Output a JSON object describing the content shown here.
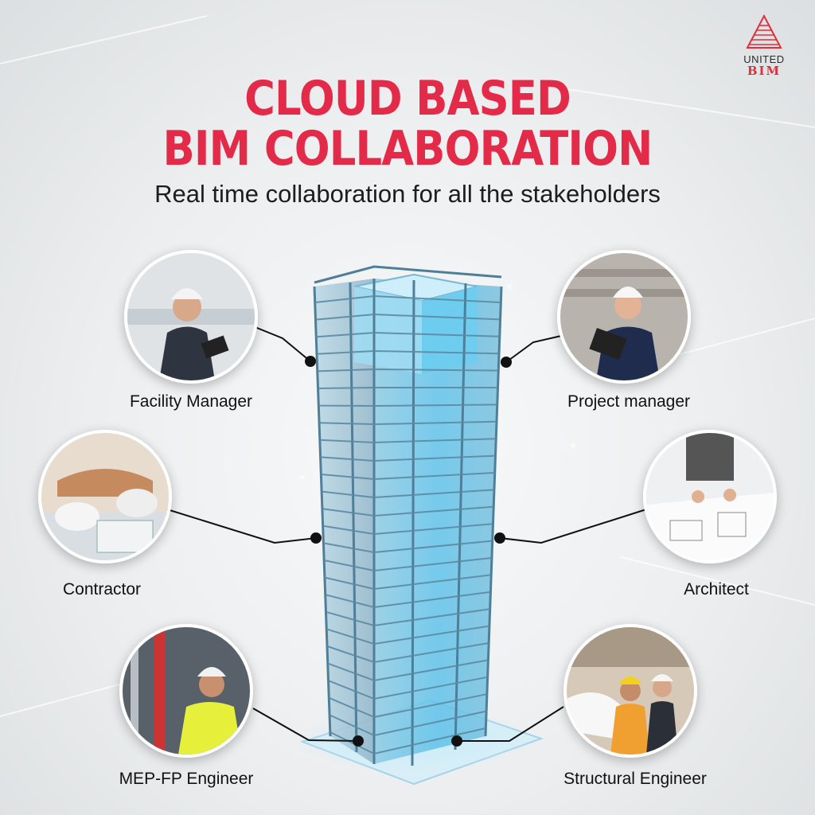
{
  "brand": {
    "top": "UNITED",
    "bottom": "BIM"
  },
  "headline": {
    "line1": "CLOUD BASED",
    "line2": "BIM COLLABORATION"
  },
  "subheadline": "Real time collaboration for all the stakeholders",
  "stakeholders": {
    "facility_manager": "Facility Manager",
    "project_manager": "Project manager",
    "contractor": "Contractor",
    "architect": "Architect",
    "mep_engineer": "MEP-FP Engineer",
    "structural_engineer": "Structural Engineer"
  },
  "colors": {
    "accent": "#e32b49",
    "tower": "#4fb3e0",
    "text": "#111111"
  }
}
